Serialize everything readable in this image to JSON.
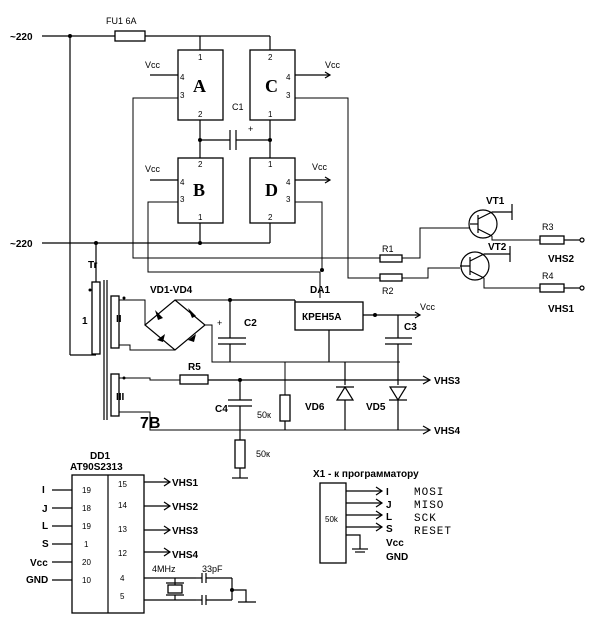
{
  "mains": {
    "top": "~220",
    "bottom": "~220"
  },
  "fuse": "FU1 6A",
  "vcc": "Vcc",
  "relays": {
    "a": {
      "name": "A",
      "pins": [
        "1",
        "4",
        "3",
        "2"
      ]
    },
    "c": {
      "name": "C",
      "pins": [
        "2",
        "4",
        "3",
        "1"
      ]
    },
    "b": {
      "name": "B",
      "pins": [
        "2",
        "4",
        "3",
        "1"
      ]
    },
    "d": {
      "name": "D",
      "pins": [
        "1",
        "4",
        "3",
        "2"
      ]
    }
  },
  "c1": {
    "label": "C1",
    "plus": "+"
  },
  "transistors": {
    "vt1": "VT1",
    "vt2": "VT2"
  },
  "resistors": {
    "r1": "R1",
    "r2": "R2",
    "r3": "R3",
    "r4": "R4",
    "r5": "R5"
  },
  "vhs_right": {
    "vhs2": "VHS2",
    "vhs1": "VHS1"
  },
  "transformer": {
    "name": "Tr",
    "w1": "1",
    "w2": "II",
    "w3": "III",
    "volt": "7B"
  },
  "bridge": "VD1-VD4",
  "regulator": {
    "ref": "DA1",
    "part": "КРЕН5А"
  },
  "caps": {
    "c2": "C2",
    "c3": "C3",
    "c4": "C4",
    "c2_plus": "+"
  },
  "outputs": {
    "vhs3": "VHS3",
    "vhs4": "VHS4"
  },
  "res_vals": {
    "r_top": "50к",
    "r_bot": "50к"
  },
  "diodes": {
    "vd6": "VD6",
    "vd5": "VD5"
  },
  "mcu": {
    "ref": "DD1",
    "part": "AT90S2313",
    "left_labels": [
      "I",
      "J",
      "L",
      "S",
      "Vcc",
      "GND"
    ],
    "left_pins": [
      "19",
      "18",
      "19",
      "1",
      "20",
      "10"
    ],
    "right_pins": [
      "15",
      "14",
      "13",
      "12",
      "4",
      "5"
    ],
    "right_labels": [
      "VHS1",
      "VHS2",
      "VHS3",
      "VHS4"
    ],
    "crystal": "4MHz",
    "cap": "33pF"
  },
  "header": {
    "title": "X1 - к программатору",
    "res": "50k",
    "lines": [
      "I",
      "J",
      "L",
      "S",
      "Vcc",
      "GND"
    ],
    "signals": [
      "MOSI",
      "MISO",
      "SCK",
      "RESET"
    ]
  }
}
